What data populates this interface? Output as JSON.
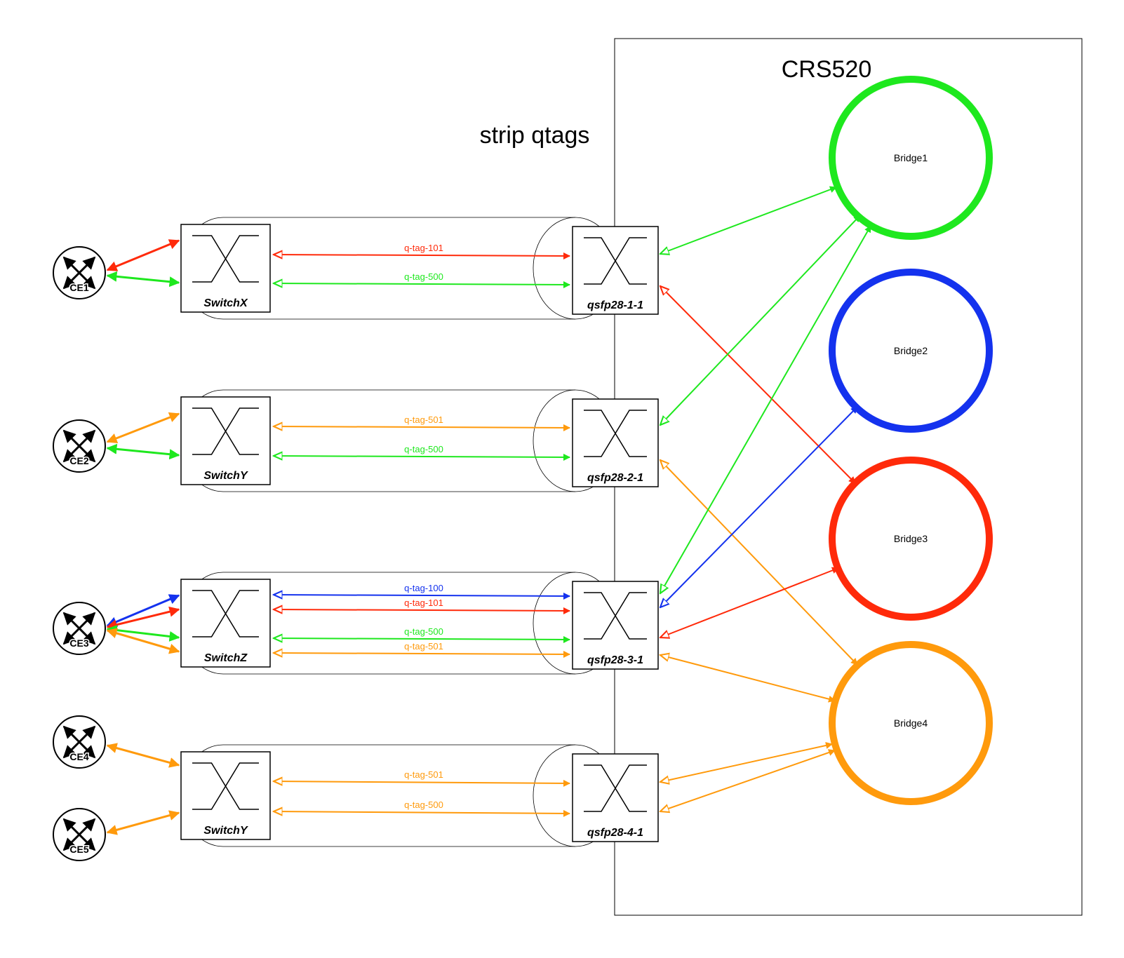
{
  "title": "strip qtags",
  "device": {
    "label": "CRS520"
  },
  "colors": {
    "red": "#ff2a0a",
    "green": "#1ee81e",
    "blue": "#1432ee",
    "orange": "#ff9a0c",
    "black": "#000000"
  },
  "customer_edges": [
    "CE1",
    "CE2",
    "CE3",
    "CE4",
    "CE5"
  ],
  "switches": [
    "SwitchX",
    "SwitchY",
    "SwitchZ",
    "SwitchY"
  ],
  "ports": [
    "qsfp28-1-1",
    "qsfp28-2-1",
    "qsfp28-3-1",
    "qsfp28-4-1"
  ],
  "bridges": [
    "Bridge1",
    "Bridge2",
    "Bridge3",
    "Bridge4"
  ],
  "tunnels": [
    {
      "links": [
        {
          "tag": "q-tag-101",
          "color": "red"
        },
        {
          "tag": "q-tag-500",
          "color": "green"
        }
      ]
    },
    {
      "links": [
        {
          "tag": "q-tag-501",
          "color": "orange"
        },
        {
          "tag": "q-tag-500",
          "color": "green"
        }
      ]
    },
    {
      "links": [
        {
          "tag": "q-tag-100",
          "color": "blue"
        },
        {
          "tag": "q-tag-101",
          "color": "red"
        },
        {
          "tag": "q-tag-500",
          "color": "green"
        },
        {
          "tag": "q-tag-501",
          "color": "orange"
        }
      ]
    },
    {
      "links": [
        {
          "tag": "q-tag-501",
          "color": "orange"
        },
        {
          "tag": "q-tag-500",
          "color": "orange"
        }
      ]
    }
  ]
}
